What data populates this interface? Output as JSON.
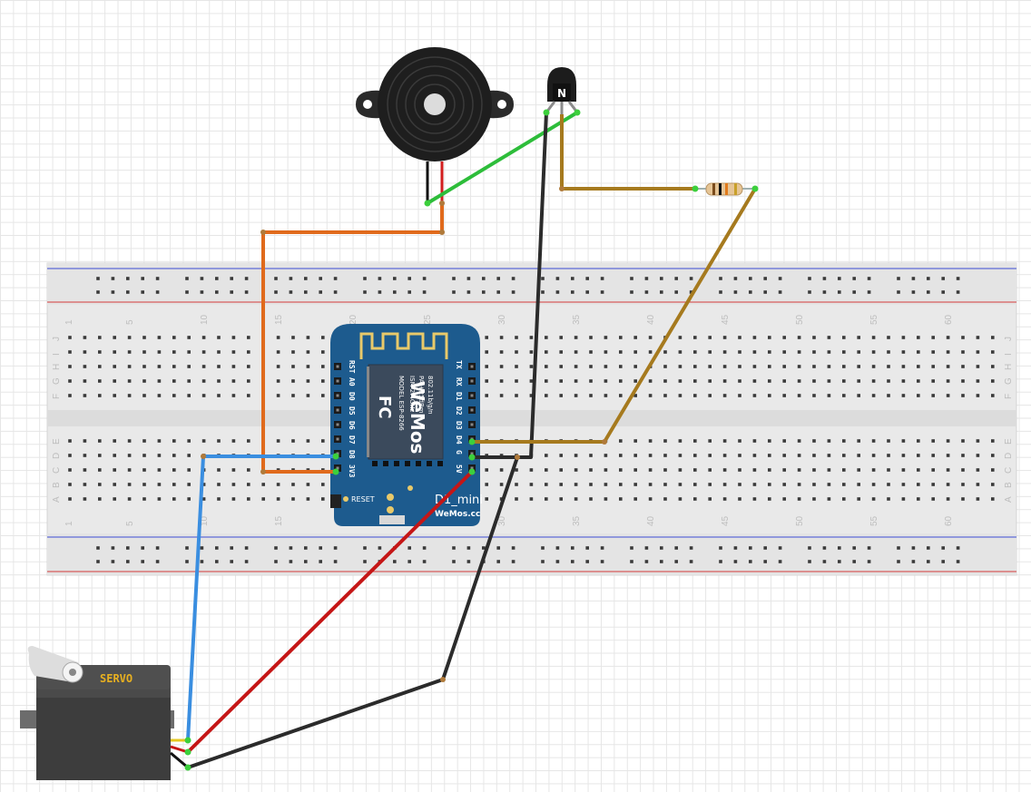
{
  "breadboard": {
    "column_numbers": [
      "1",
      "5",
      "10",
      "15",
      "20",
      "25",
      "30",
      "35",
      "40",
      "45",
      "50",
      "55",
      "60"
    ],
    "row_letters_top": [
      "J",
      "I",
      "H",
      "G",
      "F"
    ],
    "row_letters_bottom": [
      "E",
      "D",
      "C",
      "B",
      "A"
    ]
  },
  "board": {
    "name": "D1_mini",
    "brand_site": "WeMos.cc",
    "brand_logo": "WeMos",
    "chip_model": "MODEL ESP-8266",
    "chip_lines": [
      "ISM 2.4GHz",
      "PA +25dBm",
      "802.11b/g/n"
    ],
    "cert": "FC",
    "reset_label": "RESET",
    "left_pins": [
      "RST",
      "A0",
      "D0",
      "D5",
      "D6",
      "D7",
      "D8",
      "3V3"
    ],
    "right_pins": [
      "TX",
      "RX",
      "D1",
      "D2",
      "D3",
      "D4",
      "G",
      "5V"
    ]
  },
  "servo": {
    "label": "SERVO"
  },
  "transistor": {
    "label": "N"
  },
  "colors": {
    "wire_orange": "#e06a1c",
    "wire_green": "#2dbd3a",
    "wire_black": "#2b2b2b",
    "wire_brown": "#a67a1e",
    "wire_blue": "#3a8ee0",
    "wire_red": "#c51616",
    "board_blue": "#1d5b8e",
    "rail_red": "#d53b3b",
    "rail_blue": "#3b4bd5"
  }
}
